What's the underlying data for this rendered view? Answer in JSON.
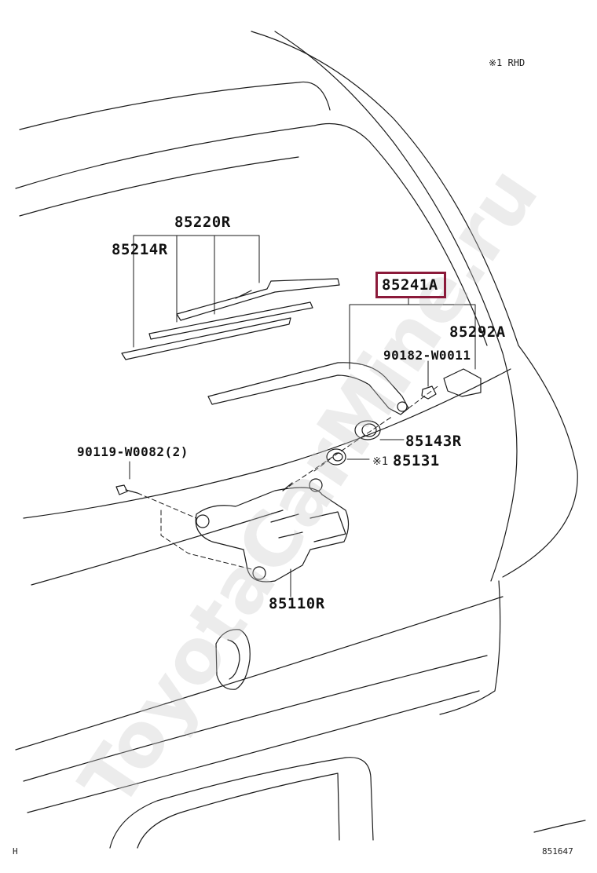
{
  "header": {
    "rhd_note": "※1 RHD"
  },
  "callouts": {
    "blade_assy": "85220R",
    "blade_rubber": "85214R",
    "arm": "85241A",
    "cover": "85292A",
    "nut": "90182-W0011",
    "cap": "85143R",
    "grommet_mark": "※1",
    "grommet": "85131",
    "bolt": "90119-W0082(2)",
    "motor": "85110R"
  },
  "footer": {
    "left_code": "H",
    "diagram_id": "851647"
  },
  "watermark": "ToyotaCarMine.ru",
  "colors": {
    "highlight": "#8b1a3a",
    "line": "#1a1a1a"
  }
}
